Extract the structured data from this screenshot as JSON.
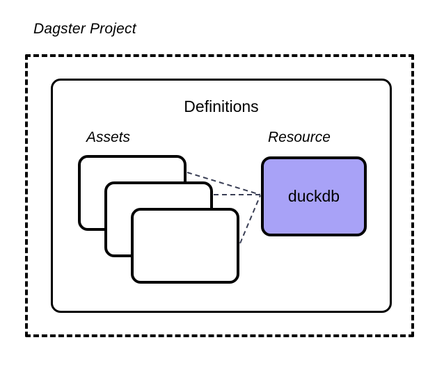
{
  "diagram": {
    "type": "architecture-diagram",
    "background_color": "#ffffff",
    "title": "Dagster Project",
    "outer_boundary": {
      "name": "Dagster Project",
      "border_style": "dashed",
      "border_color": "#000000"
    },
    "definitions": {
      "title": "Definitions",
      "border_style": "solid",
      "border_color": "#000000"
    },
    "assets": {
      "label": "Assets",
      "count": 3,
      "cards": [
        {
          "id": "asset-card-1",
          "label": ""
        },
        {
          "id": "asset-card-2",
          "label": ""
        },
        {
          "id": "asset-card-3",
          "label": ""
        }
      ]
    },
    "resource": {
      "label": "Resource",
      "name": "duckdb",
      "fill_color": "#a8a2f7",
      "border_color": "#000000"
    },
    "connectors": {
      "style": "dashed",
      "color": "#3a3f55",
      "count": 3,
      "description": "Each asset card connects to the duckdb resource",
      "edges": [
        {
          "from": "asset-card-1",
          "to": "duckdb"
        },
        {
          "from": "asset-card-2",
          "to": "duckdb"
        },
        {
          "from": "asset-card-3",
          "to": "duckdb"
        }
      ]
    }
  }
}
